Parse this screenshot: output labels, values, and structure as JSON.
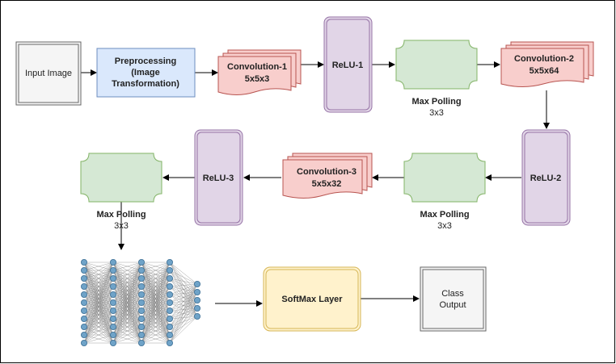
{
  "nodes": {
    "input_image": {
      "label": "Input Image"
    },
    "preprocessing": {
      "lines": [
        "Preprocessing",
        "(Image",
        "Transformation)"
      ]
    },
    "conv1": {
      "lines": [
        "Convolution-1",
        "5x5x3"
      ]
    },
    "relu1": {
      "label": "ReLU-1"
    },
    "maxpool1": {
      "lines": [
        "Max Polling",
        "3x3"
      ]
    },
    "conv2": {
      "lines": [
        "Convolution-2",
        "5x5x64"
      ]
    },
    "relu2": {
      "label": "ReLU-2"
    },
    "maxpool2": {
      "lines": [
        "Max Polling",
        "3x3"
      ]
    },
    "conv3": {
      "lines": [
        "Convolution-3",
        "5x5x32"
      ]
    },
    "relu3": {
      "label": "ReLU-3"
    },
    "maxpool3": {
      "lines": [
        "Max Polling",
        "3x3"
      ]
    },
    "softmax": {
      "label": "SoftMax Layer"
    },
    "class_output": {
      "lines": [
        "Class",
        "Output"
      ]
    }
  },
  "colors": {
    "input_fill": "#f5f5f5",
    "blue_fill": "#dae8fc",
    "blue_stroke": "#6c8ebf",
    "red_fill": "#f8cecc",
    "red_stroke": "#b85450",
    "purple_fill": "#e1d5e7",
    "purple_stroke": "#9673a6",
    "green_fill": "#d5e8d4",
    "green_stroke": "#82b366",
    "yellow_fill": "#fff2cc",
    "yellow_stroke": "#d6b656",
    "neuron_fill": "#6fa3c8",
    "neuron_stroke": "#3d6f95"
  },
  "neural_net_icon": "neural-network-icon"
}
